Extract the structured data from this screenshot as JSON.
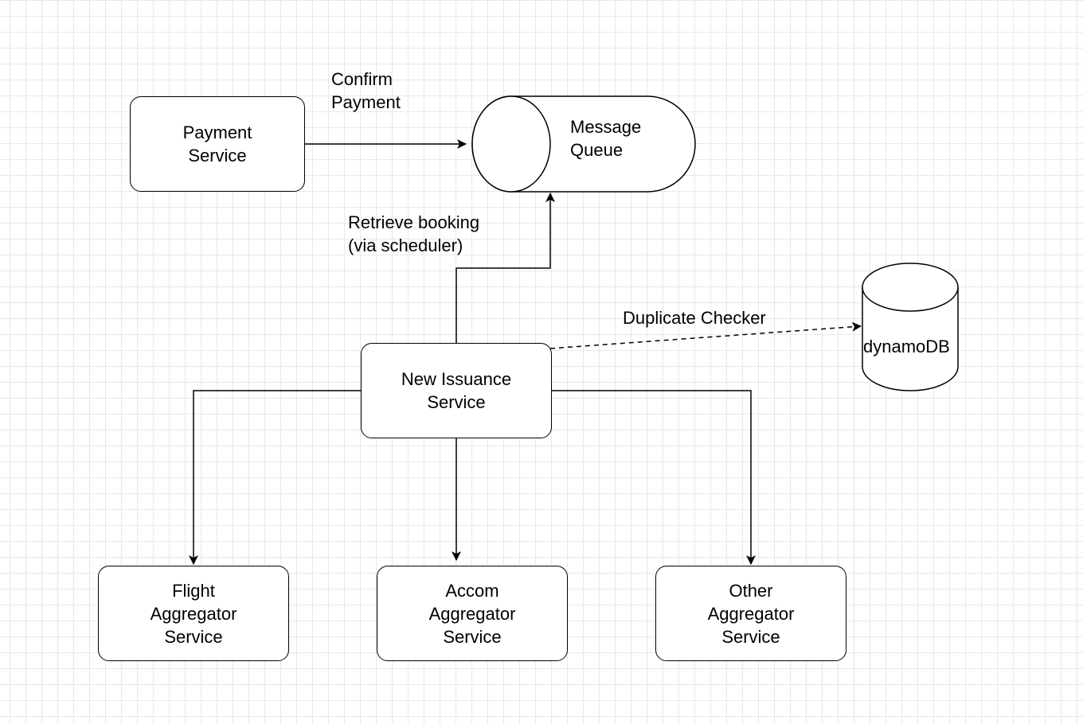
{
  "nodes": {
    "payment": "Payment\nService",
    "queue": "Message\nQueue",
    "issuance": "New Issuance\nService",
    "dynamodb": "dynamoDB",
    "flight": "Flight\nAggregator\nService",
    "accom": "Accom\nAggregator\nService",
    "other": "Other\nAggregator\nService"
  },
  "edges": {
    "confirm_payment": "Confirm\nPayment",
    "retrieve_booking": "Retrieve booking\n(via scheduler)",
    "duplicate_checker": "Duplicate Checker"
  },
  "colors": {
    "stroke": "#000000",
    "fill": "#ffffff",
    "grid": "#e8e8e8"
  }
}
